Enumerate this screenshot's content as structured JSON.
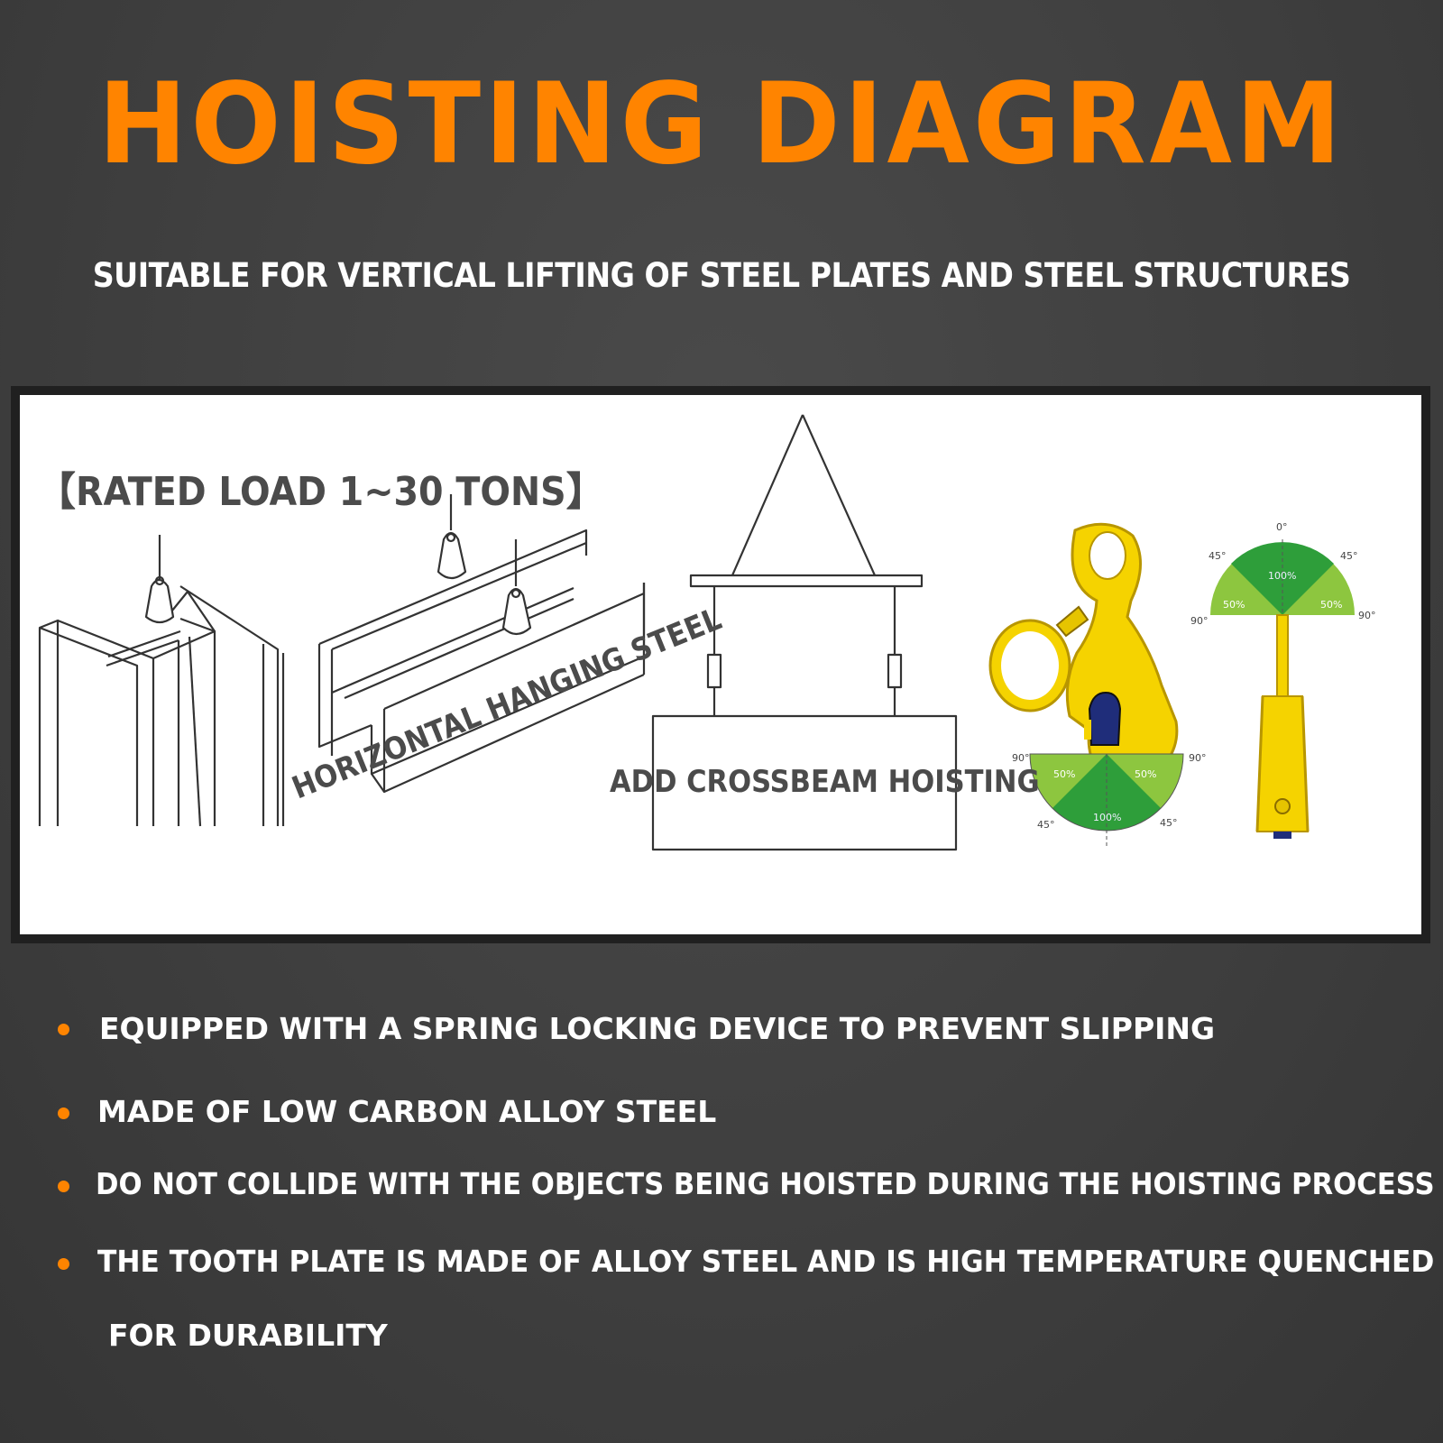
{
  "title": "HOISTING DIAGRAM",
  "subtitle": "SUITABLE FOR VERTICAL LIFTING OF STEEL PLATES AND STEEL STRUCTURES",
  "diagram": {
    "rated_load": "【RATED LOAD 1~30 TONS】",
    "horizontal_label": "HORIZONTAL HANGING STEEL",
    "crossbeam_label": "ADD CROSSBEAM HOISTING",
    "angle_labels": {
      "zero": "0°",
      "deg45": "45°",
      "deg90": "90°",
      "full": "100%",
      "half": "50%"
    }
  },
  "features": [
    "EQUIPPED WITH A SPRING LOCKING DEVICE TO PREVENT SLIPPING",
    "MADE OF LOW CARBON ALLOY STEEL",
    "DO NOT COLLIDE WITH THE OBJECTS BEING HOISTED DURING THE HOISTING PROCESS",
    "THE TOOTH PLATE IS MADE OF ALLOY STEEL AND IS HIGH TEMPERATURE QUENCHED",
    "FOR DURABILITY"
  ],
  "colors": {
    "accent": "#ff8400",
    "background": "#3f3f3f",
    "clamp_yellow": "#f5d300",
    "chart_dark_green": "#2e9e3a",
    "chart_light_green": "#8dc63f"
  }
}
